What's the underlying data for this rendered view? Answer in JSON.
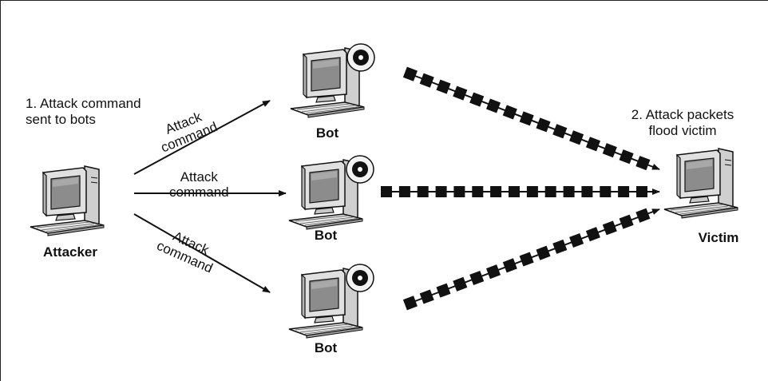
{
  "notes": {
    "step1": [
      "1. Attack command",
      "sent to bots"
    ],
    "step2": [
      "2. Attack packets",
      "flood victim"
    ]
  },
  "nodes": {
    "attacker": "Attacker",
    "bot_top": "Bot",
    "bot_middle": "Bot",
    "bot_bottom": "Bot",
    "victim": "Victim"
  },
  "commands": {
    "top": [
      "Attack",
      "command"
    ],
    "middle": [
      "Attack",
      "command"
    ],
    "bottom": [
      "Attack",
      "command"
    ]
  },
  "colors": {
    "ink": "#111111",
    "monitor_body": "#d4d4d4",
    "screen": "#8c8c8c",
    "tower": "#cfcfcf",
    "keyboard": "#e6e6e6",
    "disc": "#f2f2f2",
    "page_background": "#ffffff"
  },
  "icons": [
    "computer-icon",
    "cd-disc-icon",
    "arrow-icon",
    "packet-icon"
  ]
}
